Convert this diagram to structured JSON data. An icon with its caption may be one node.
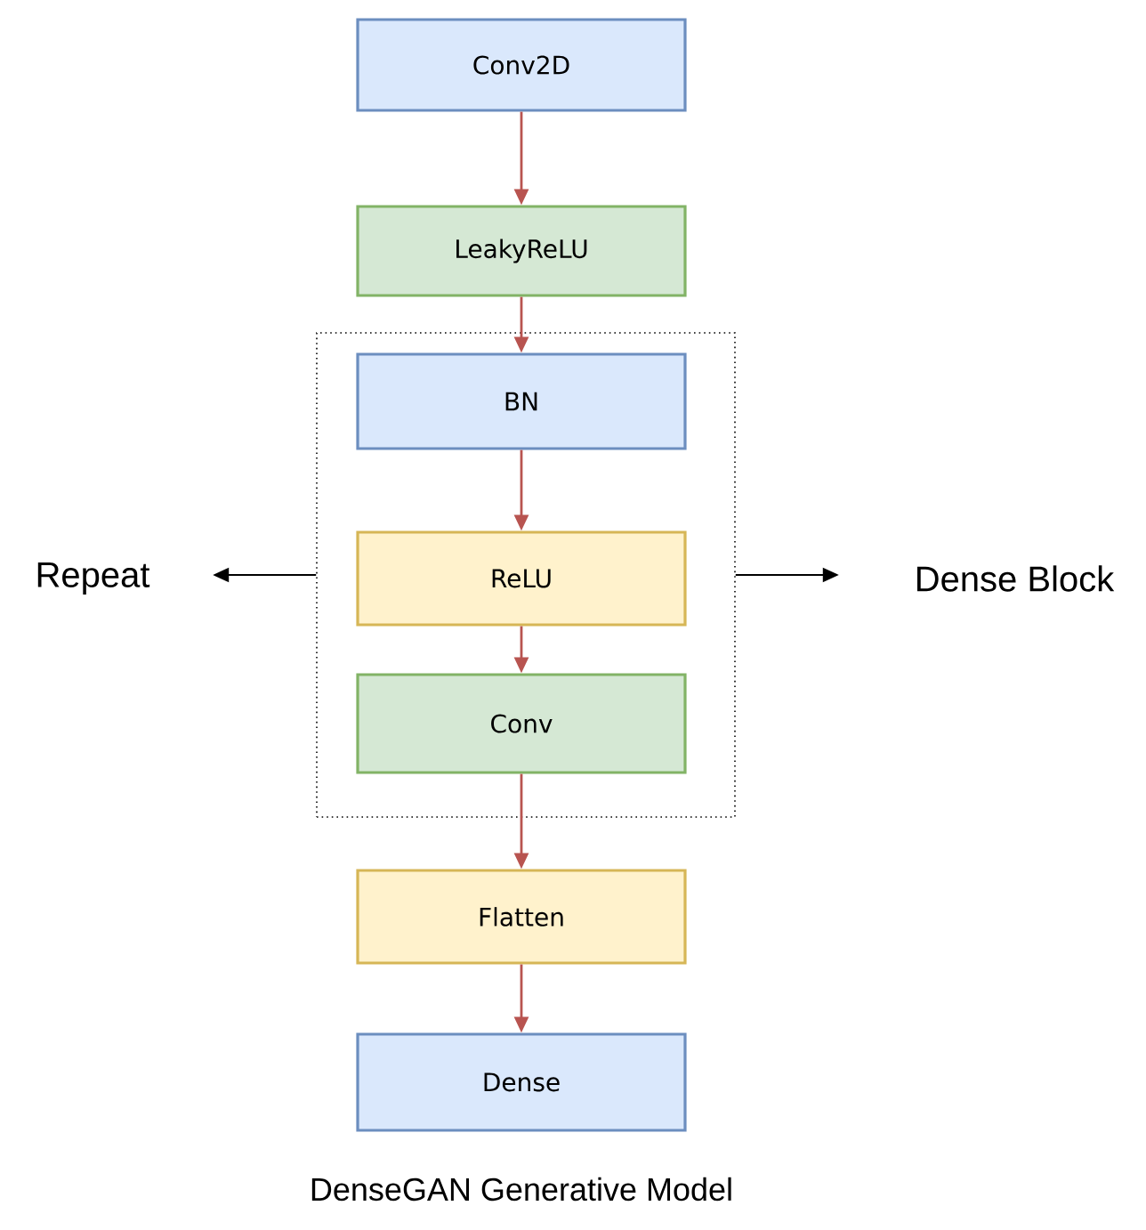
{
  "diagram": {
    "caption": "DenseGAN Generative Model",
    "nodes": [
      {
        "text": [
          "Conv2D"
        ]
      },
      {
        "text": [
          "LeakyReLU"
        ]
      },
      {
        "text": [],
        "shape": "box"
      },
      {
        "text": [
          "BN"
        ],
        "in": 2
      },
      {
        "text": [
          "ReLU"
        ],
        "in": 2
      },
      {
        "text": [
          "Conv"
        ],
        "in": 2
      },
      {
        "text": [
          "Flatten"
        ]
      },
      {
        "text": [
          "Dense"
        ]
      },
      {
        "text": [
          "Repeat"
        ]
      },
      {
        "text": [
          "Dense Block"
        ]
      }
    ],
    "edges": [
      {
        "from": 0,
        "to": 1,
        "arrow": "to"
      },
      {
        "from": 1,
        "to": 3,
        "arrow": "to"
      },
      {
        "from": 3,
        "to": 4,
        "arrow": "to"
      },
      {
        "from": 4,
        "to": 5,
        "arrow": "to"
      },
      {
        "from": 5,
        "to": 6,
        "arrow": "to"
      },
      {
        "from": 6,
        "to": 7,
        "arrow": "to"
      },
      {
        "from": 2,
        "to": 8,
        "arrow": "to",
        "color": "#000000"
      },
      {
        "from": 2,
        "to": 9,
        "arrow": "to",
        "color": "#000000"
      }
    ]
  }
}
